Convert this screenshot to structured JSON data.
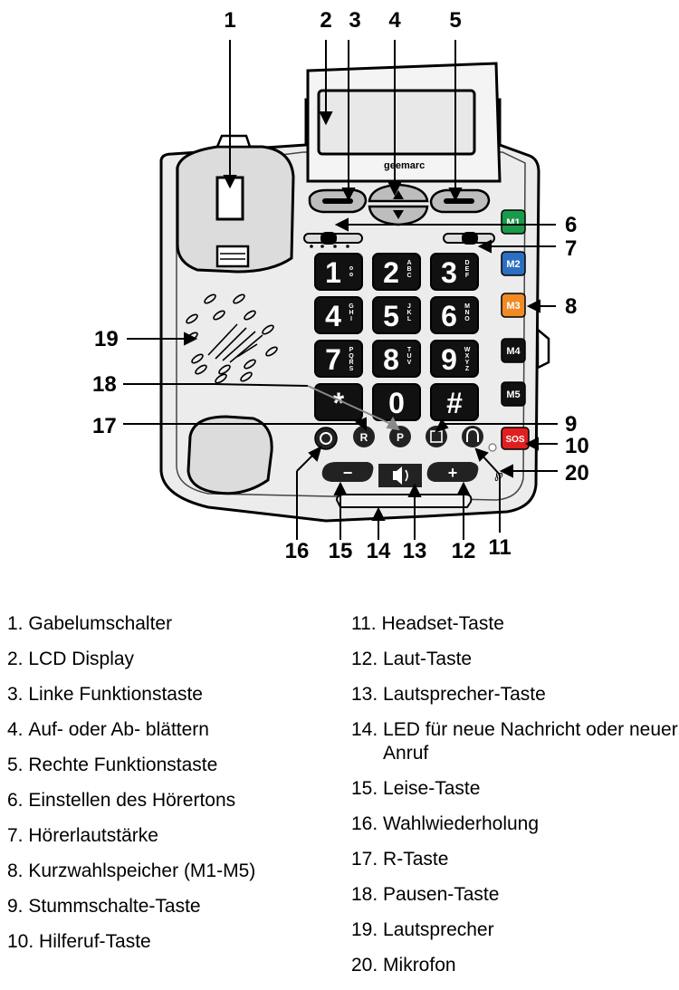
{
  "brand": "geemarc",
  "callouts": [
    "1",
    "2",
    "3",
    "4",
    "5",
    "6",
    "7",
    "8",
    "9",
    "10",
    "11",
    "12",
    "13",
    "14",
    "15",
    "16",
    "17",
    "18",
    "19",
    "20"
  ],
  "keys": {
    "row1": [
      {
        "main": "1",
        "sub": "oo"
      },
      {
        "main": "2",
        "sub": "ABC"
      },
      {
        "main": "3",
        "sub": "DEF"
      }
    ],
    "row2": [
      {
        "main": "4",
        "sub": "GHI"
      },
      {
        "main": "5",
        "sub": "JKL"
      },
      {
        "main": "6",
        "sub": "MNO"
      }
    ],
    "row3": [
      {
        "main": "7",
        "sub": "PQRS"
      },
      {
        "main": "8",
        "sub": "TUV"
      },
      {
        "main": "9",
        "sub": "WXYZ"
      }
    ],
    "row4": [
      {
        "main": "*",
        "sub": ""
      },
      {
        "main": "0",
        "sub": ""
      },
      {
        "main": "#",
        "sub": ""
      }
    ]
  },
  "memory_keys": [
    {
      "label": "M1",
      "color": "#1a9a4a"
    },
    {
      "label": "M2",
      "color": "#2a6fc0"
    },
    {
      "label": "M3",
      "color": "#f08a24"
    },
    {
      "label": "M4",
      "color": "#111111"
    },
    {
      "label": "M5",
      "color": "#111111"
    }
  ],
  "sos": {
    "label": "SOS",
    "color": "#e02020"
  },
  "small_keys": {
    "r": "R",
    "p": "P"
  },
  "volume_keys": {
    "minus": "−",
    "plus": "+"
  },
  "legend_left": [
    {
      "num": "1. ",
      "text": "Gabelumschalter"
    },
    {
      "num": "2. ",
      "text": "LCD Display"
    },
    {
      "num": "3. ",
      "text": "Linke Funktionstaste"
    },
    {
      "num": "4. ",
      "text": "Auf- oder Ab- blättern"
    },
    {
      "num": "5. ",
      "text": "Rechte Funktionstaste"
    },
    {
      "num": "6. ",
      "text": "Einstellen des Hörertons"
    },
    {
      "num": "7. ",
      "text": "Hörerlautstärke"
    },
    {
      "num": "8. ",
      "text": "Kurzwahlspeicher (M1-M5)"
    },
    {
      "num": "9. ",
      "text": "Stummschalte-Taste"
    },
    {
      "num": "10. ",
      "text": "Hilferuf-Taste"
    }
  ],
  "legend_right": [
    {
      "num": "11. ",
      "text": "Headset-Taste"
    },
    {
      "num": "12. ",
      "text": "Laut-Taste"
    },
    {
      "num": "13. ",
      "text": "Lautsprecher-Taste"
    },
    {
      "num": "14. ",
      "text": "LED für neue Nachricht oder neuer Anruf"
    },
    {
      "num": "15. ",
      "text": "Leise-Taste"
    },
    {
      "num": "16. ",
      "text": "Wahlwiederholung"
    },
    {
      "num": "17. ",
      "text": "R-Taste"
    },
    {
      "num": "18. ",
      "text": "Pausen-Taste"
    },
    {
      "num": "19. ",
      "text": "Lautsprecher"
    },
    {
      "num": "20. ",
      "text": "Mikrofon"
    }
  ]
}
